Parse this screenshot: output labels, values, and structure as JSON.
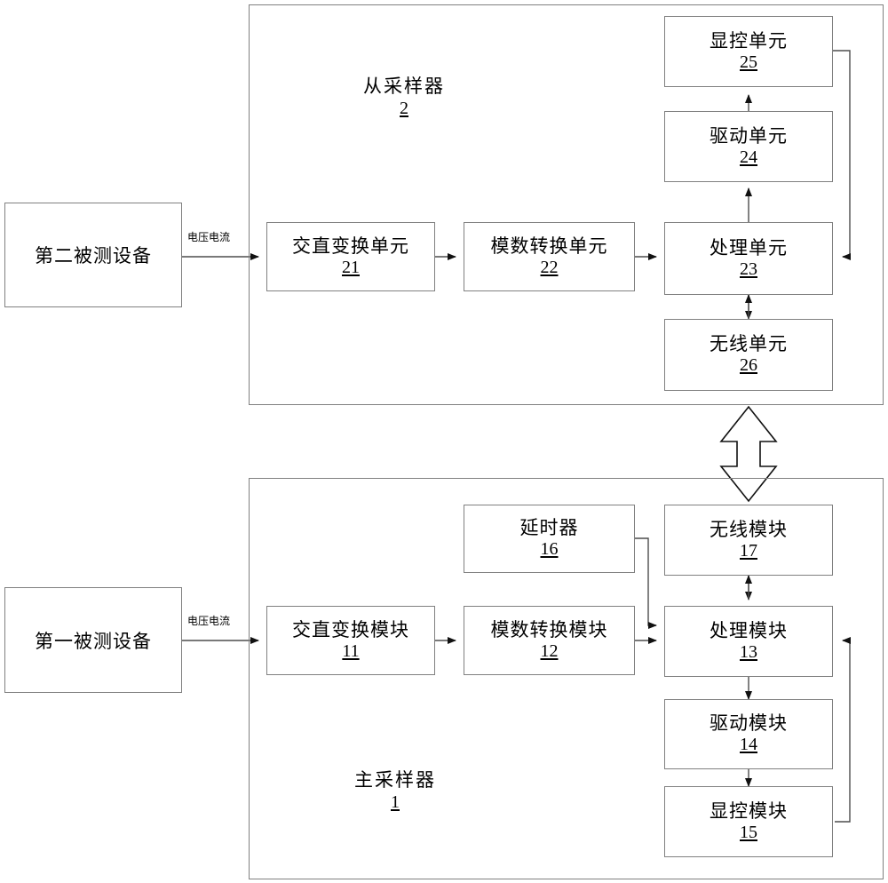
{
  "diagram": {
    "title": "",
    "background": "#ffffff",
    "line_color": "#4d4d4d",
    "box_border_color": "#808080",
    "groups": [
      {
        "id": "slave",
        "name": "从采样器",
        "num": "2"
      },
      {
        "id": "master",
        "name": "主采样器",
        "num": "1"
      }
    ],
    "devices": [
      {
        "id": "dut2",
        "label": "第二被测设备"
      },
      {
        "id": "dut1",
        "label": "第一被测设备"
      }
    ],
    "edge_labels": [
      {
        "id": "edge-voltage-current-top",
        "text": "电压电流"
      },
      {
        "id": "edge-voltage-current-bottom",
        "text": "电压电流"
      }
    ],
    "slave_blocks": [
      {
        "id": "ac-dc-unit",
        "label": "交直变换单元",
        "num": "21"
      },
      {
        "id": "adc-unit",
        "label": "模数转换单元",
        "num": "22"
      },
      {
        "id": "processing-unit",
        "label": "处理单元",
        "num": "23"
      },
      {
        "id": "drive-unit",
        "label": "驱动单元",
        "num": "24"
      },
      {
        "id": "display-control-unit",
        "label": "显控单元",
        "num": "25"
      },
      {
        "id": "wireless-unit",
        "label": "无线单元",
        "num": "26"
      }
    ],
    "master_blocks": [
      {
        "id": "ac-dc-module",
        "label": "交直变换模块",
        "num": "11"
      },
      {
        "id": "adc-module",
        "label": "模数转换模块",
        "num": "12"
      },
      {
        "id": "processing-module",
        "label": "处理模块",
        "num": "13"
      },
      {
        "id": "drive-module",
        "label": "驱动模块",
        "num": "14"
      },
      {
        "id": "display-control-module",
        "label": "显控模块",
        "num": "15"
      },
      {
        "id": "delay-module",
        "label": "延时器",
        "num": "16"
      },
      {
        "id": "wireless-module",
        "label": "无线模块",
        "num": "17"
      }
    ]
  }
}
